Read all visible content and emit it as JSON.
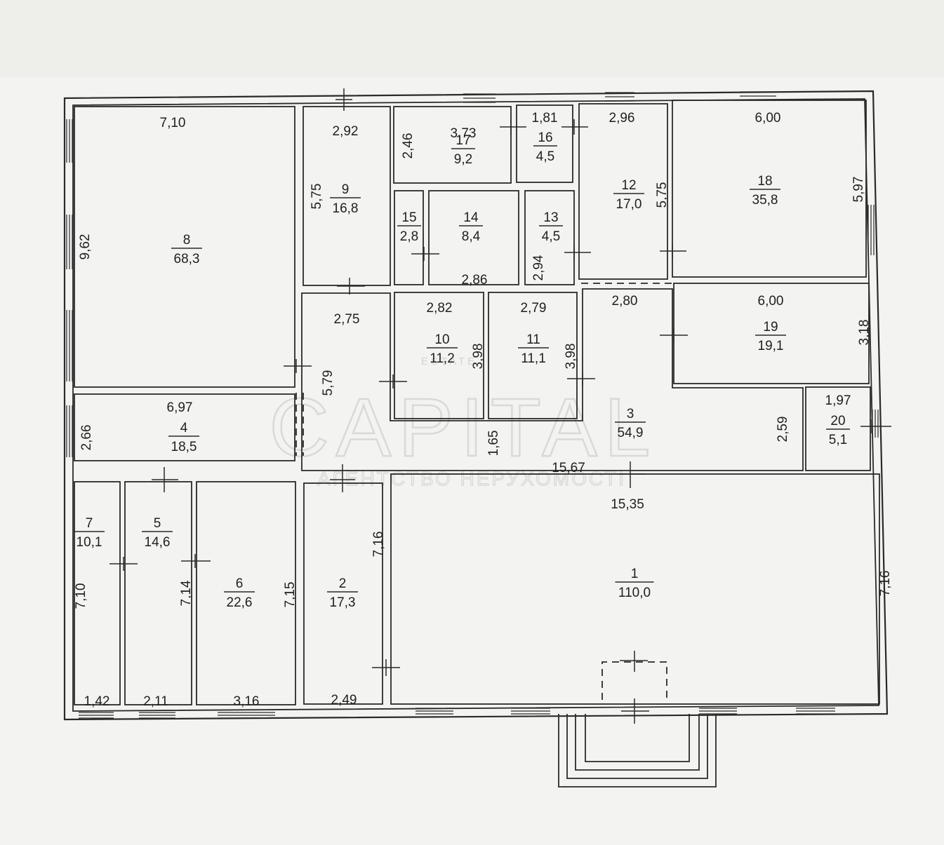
{
  "watermark": {
    "brand": "CAPITAL",
    "subtitle": "АГЕНТСТВО НЕРУХОМОСТІ",
    "top": "ESTATE"
  },
  "rooms": [
    {
      "id": "room-1",
      "number": "1",
      "area": "110,0"
    },
    {
      "id": "room-2",
      "number": "2",
      "area": "17,3"
    },
    {
      "id": "room-3",
      "number": "3",
      "area": "54,9"
    },
    {
      "id": "room-4",
      "number": "4",
      "area": "18,5"
    },
    {
      "id": "room-5",
      "number": "5",
      "area": "14,6"
    },
    {
      "id": "room-6",
      "number": "6",
      "area": "22,6"
    },
    {
      "id": "room-7",
      "number": "7",
      "area": "10,1"
    },
    {
      "id": "room-8",
      "number": "8",
      "area": "68,3"
    },
    {
      "id": "room-9",
      "number": "9",
      "area": "16,8"
    },
    {
      "id": "room-10",
      "number": "10",
      "area": "11,2"
    },
    {
      "id": "room-11",
      "number": "11",
      "area": "11,1"
    },
    {
      "id": "room-12",
      "number": "12",
      "area": "17,0"
    },
    {
      "id": "room-13",
      "number": "13",
      "area": "4,5"
    },
    {
      "id": "room-14",
      "number": "14",
      "area": "8,4"
    },
    {
      "id": "room-15",
      "number": "15",
      "area": "2,8"
    },
    {
      "id": "room-16",
      "number": "16",
      "area": "4,5"
    },
    {
      "id": "room-17",
      "number": "17",
      "area": "9,2"
    },
    {
      "id": "room-18",
      "number": "18",
      "area": "35,8"
    },
    {
      "id": "room-19",
      "number": "19",
      "area": "19,1"
    },
    {
      "id": "room-20",
      "number": "20",
      "area": "5,1"
    }
  ],
  "dimensions": [
    "7,10",
    "9,62",
    "2,92",
    "5,75",
    "3,73",
    "2,46",
    "1,81",
    "2,96",
    "5,75",
    "6,00",
    "5,97",
    "2,86",
    "2,94",
    "2,75",
    "5,79",
    "2,82",
    "3,98",
    "2,79",
    "3,98",
    "2,80",
    "6,00",
    "3,18",
    "6,97",
    "2,66",
    "1,65",
    "15,67",
    "1,97",
    "2,59",
    "15,35",
    "7,16",
    "7,16",
    "7,10",
    "7,14",
    "7,15",
    "1,42",
    "2,11",
    "3,16",
    "2,49"
  ]
}
